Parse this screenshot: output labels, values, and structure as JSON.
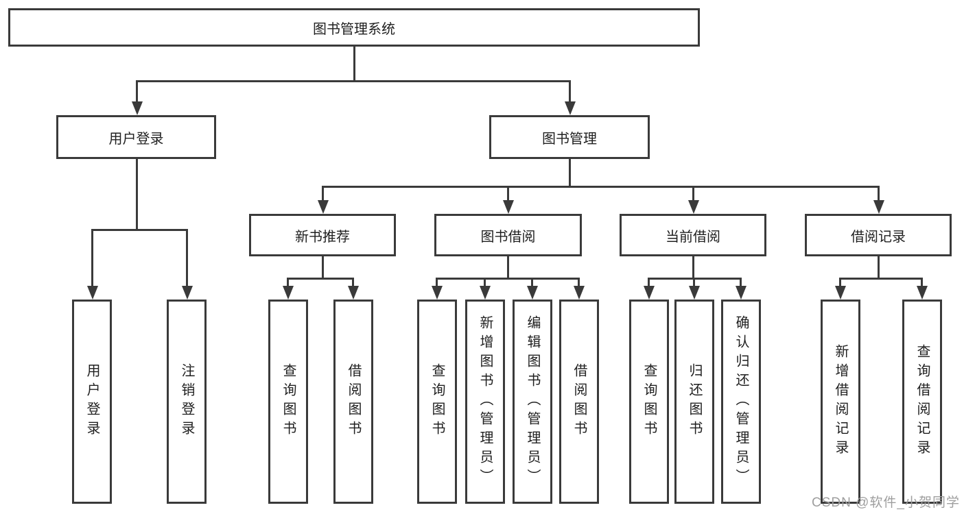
{
  "tree": {
    "root": {
      "label": "图书管理系统"
    },
    "branches": [
      {
        "label": "用户登录",
        "children": [
          {
            "label": "用户登录"
          },
          {
            "label": "注销登录"
          }
        ]
      },
      {
        "label": "图书管理",
        "children": [
          {
            "label": "新书推荐",
            "children": [
              {
                "label": "查询图书"
              },
              {
                "label": "借阅图书"
              }
            ]
          },
          {
            "label": "图书借阅",
            "children": [
              {
                "label": "查询图书"
              },
              {
                "label": "新增图书（管理员）"
              },
              {
                "label": "编辑图书（管理员）"
              },
              {
                "label": "借阅图书"
              }
            ]
          },
          {
            "label": "当前借阅",
            "children": [
              {
                "label": "查询图书"
              },
              {
                "label": "归还图书"
              },
              {
                "label": "确认归还（管理员）"
              }
            ]
          },
          {
            "label": "借阅记录",
            "children": [
              {
                "label": "新增借阅记录"
              },
              {
                "label": "查询借阅记录"
              }
            ]
          }
        ]
      }
    ]
  },
  "watermark": "CSDN @软件_小贺同学",
  "style": {
    "line_color": "#3a3a3a",
    "box_border_color": "#3a3a3a",
    "text_color": "#1f1f1f",
    "watermark_color": "#9e9e9e",
    "background": "#ffffff"
  }
}
